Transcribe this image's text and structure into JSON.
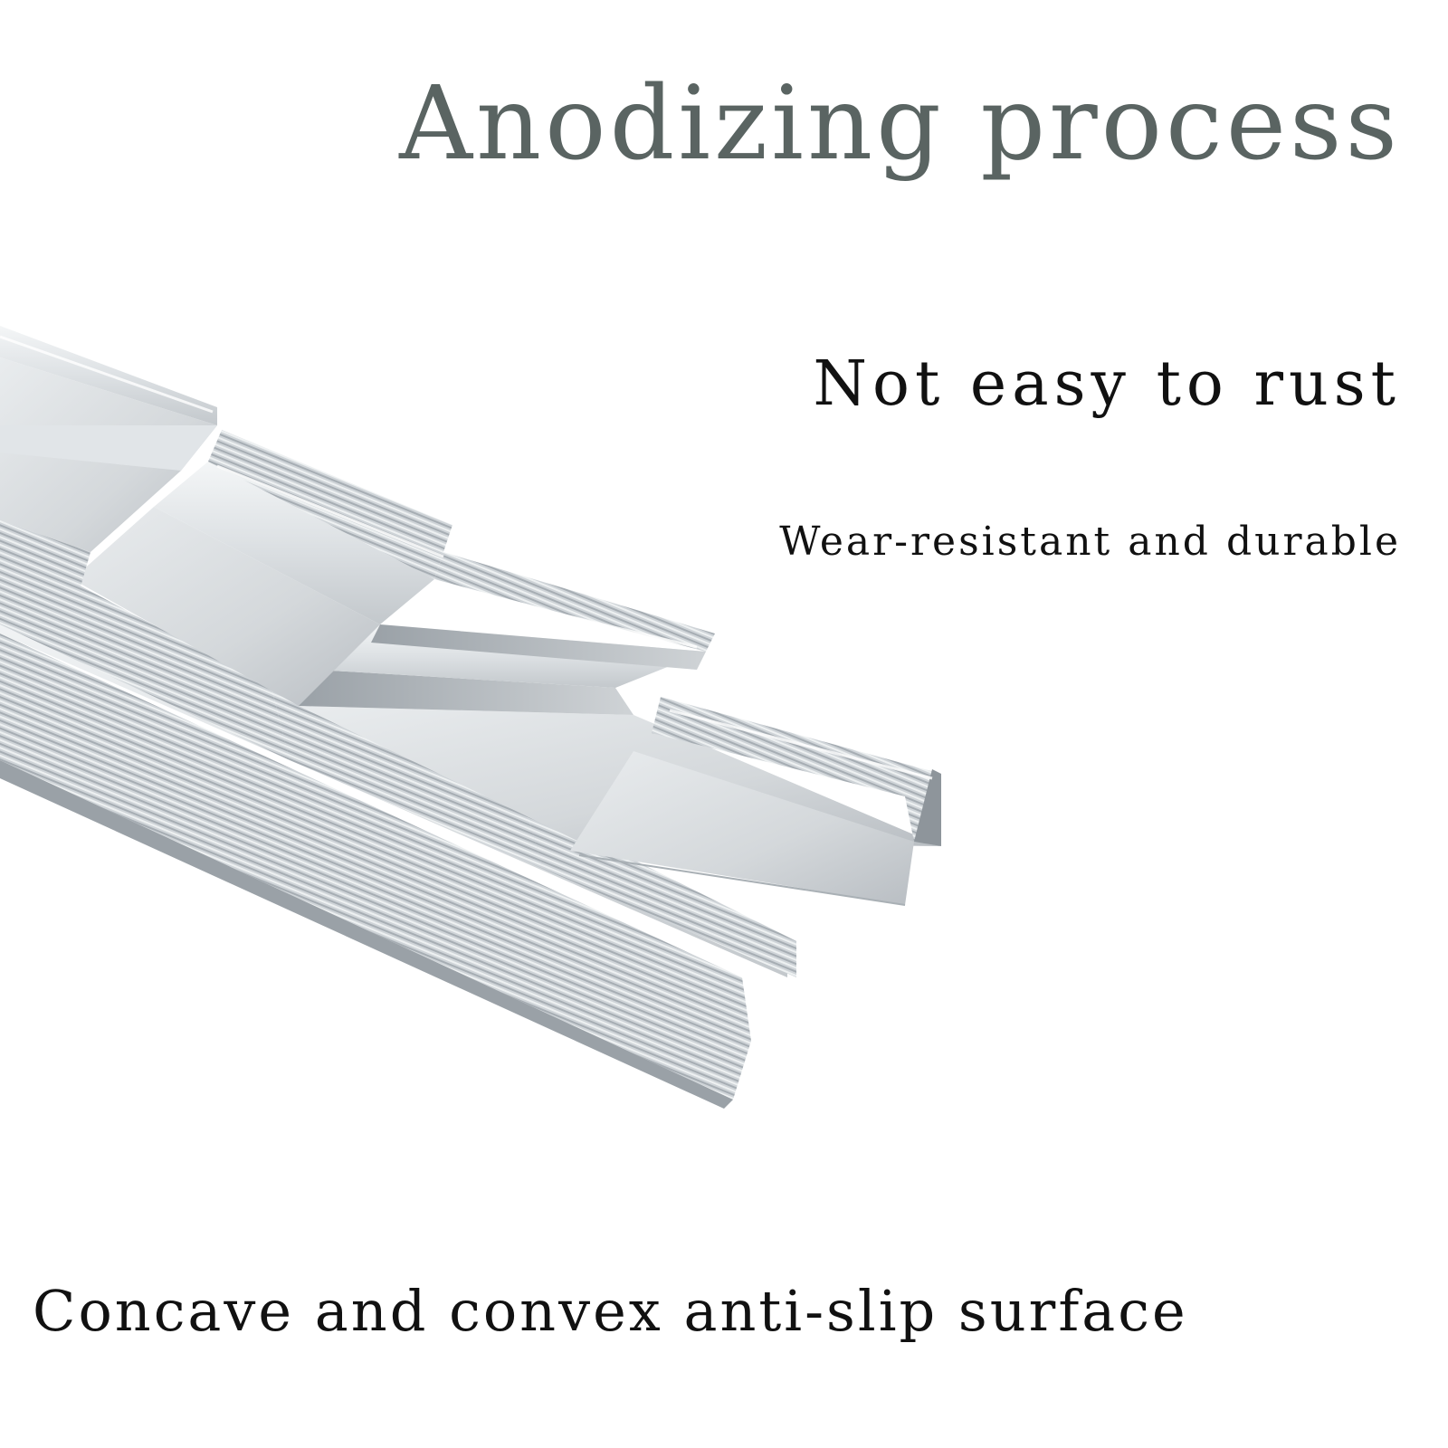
{
  "headline": "Anodizing process",
  "features": {
    "rust": "Not easy to rust",
    "wear": "Wear-resistant and durable",
    "surface": "Concave and convex anti-slip surface"
  },
  "colors": {
    "background": "#ffffff",
    "headline": "#5a6462",
    "body_text": "#111111",
    "metal_light": "#eceff1",
    "metal_mid": "#c9ced2",
    "metal_dark": "#8e959b"
  },
  "image": {
    "subject": "stacked-aluminum-stair-nosing-profiles"
  }
}
